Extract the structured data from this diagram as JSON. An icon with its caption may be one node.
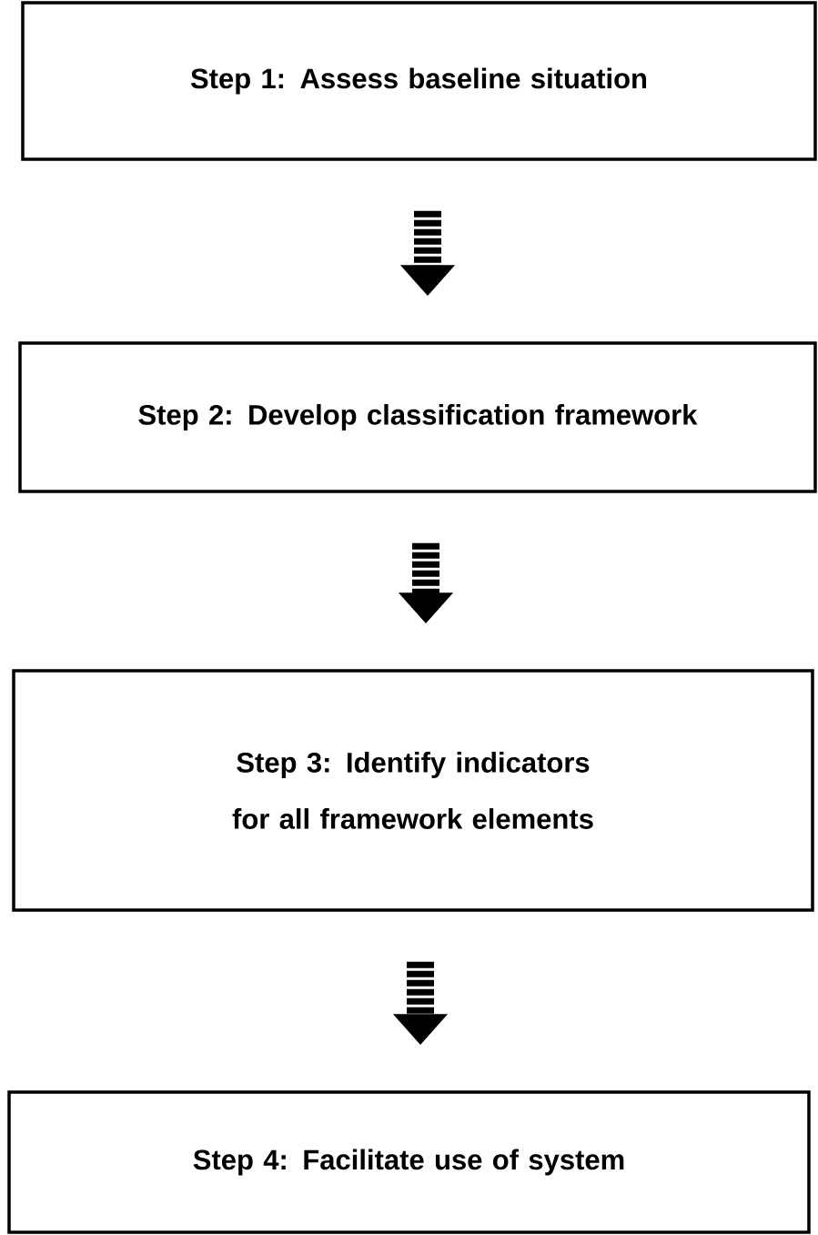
{
  "diagram": {
    "nodes": [
      {
        "text": [
          "Step 1:  Assess baseline situation"
        ]
      },
      {
        "text": [
          "Step 2:  Develop classification framework"
        ]
      },
      {
        "text": [
          "Step 3:  Identify indicators for all framework elements"
        ]
      },
      {
        "text": [
          "Step 4:  Facilitate use of system"
        ]
      }
    ],
    "edges": [
      {
        "from": 0,
        "to": 1,
        "arrow": "to"
      },
      {
        "from": 1,
        "to": 2,
        "arrow": "to"
      },
      {
        "from": 2,
        "to": 3,
        "arrow": "to"
      }
    ]
  }
}
